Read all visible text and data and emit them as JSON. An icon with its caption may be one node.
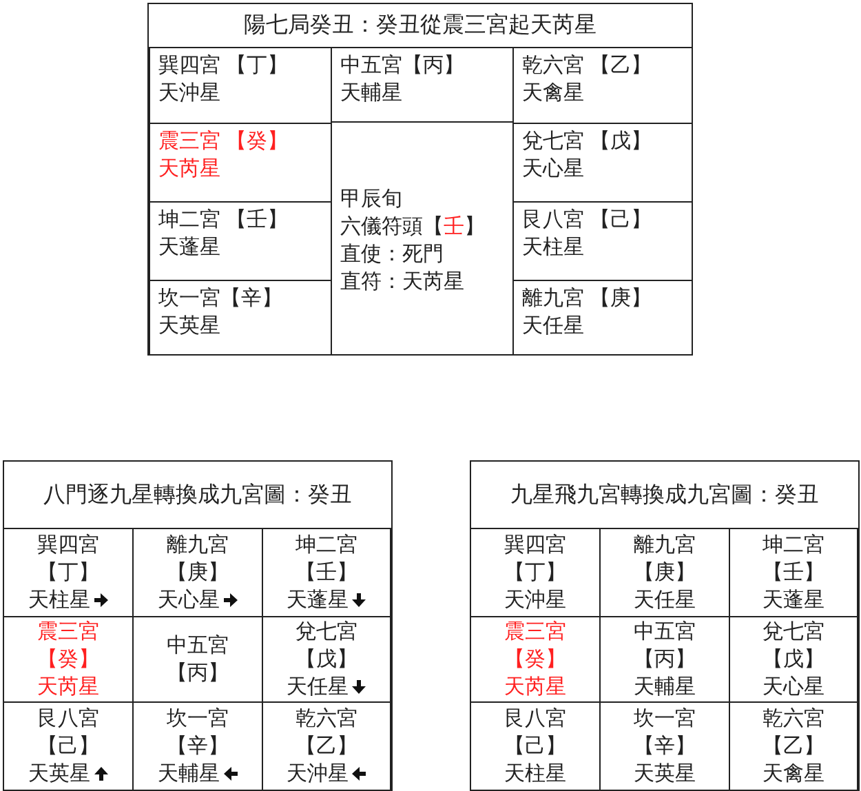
{
  "diagram": {
    "nodes": [
      {
        "text": [
          "陽七局癸丑：癸丑從震三宮起天芮星"
        ]
      },
      {
        "text": [
          "巽四宮 【丁】",
          "天沖星"
        ],
        "in": 0
      },
      {
        "text": [
          "中五宮【丙】",
          "天輔星"
        ],
        "in": 0
      },
      {
        "text": [
          "乾六宮 【乙】",
          "天禽星"
        ],
        "in": 0
      },
      {
        "text": [
          "震三宮 【癸】",
          "天芮星"
        ],
        "in": 0
      },
      {
        "text": [
          "甲辰旬",
          "六儀符頭【壬】",
          "直使：死門",
          "直符：天芮星"
        ],
        "in": 0
      },
      {
        "text": [
          "兌七宮 【戊】",
          "天心星"
        ],
        "in": 0
      },
      {
        "text": [
          "坤二宮 【壬】",
          "天蓬星"
        ],
        "in": 0
      },
      {
        "text": [
          "艮八宮 【己】",
          "天柱星"
        ],
        "in": 0
      },
      {
        "text": [
          "坎一宮【辛】",
          "天英星"
        ],
        "in": 0
      },
      {
        "text": [
          "離九宮 【庚】",
          "天任星"
        ],
        "in": 0
      },
      {
        "text": [
          "八門逐九星轉換成九宮圖：癸丑"
        ]
      },
      {
        "text": [
          "巽四宮",
          "【丁】",
          "天柱星"
        ],
        "in": 11
      },
      {
        "text": [
          "離九宮",
          "【庚】",
          "天心星"
        ],
        "in": 11
      },
      {
        "text": [
          "坤二宮",
          "【壬】",
          "天蓬星"
        ],
        "in": 11
      },
      {
        "text": [
          "震三宮",
          "【癸】",
          "天芮星"
        ],
        "in": 11
      },
      {
        "text": [
          "中五宮",
          "【丙】"
        ],
        "in": 11
      },
      {
        "text": [
          "兌七宮",
          "【戊】",
          "天任星"
        ],
        "in": 11
      },
      {
        "text": [
          "艮八宮",
          "【己】",
          "天英星"
        ],
        "in": 11
      },
      {
        "text": [
          "坎一宮",
          "【辛】",
          "天輔星"
        ],
        "in": 11
      },
      {
        "text": [
          "乾六宮",
          "【乙】",
          "天沖星"
        ],
        "in": 11
      },
      {
        "text": [
          "九星飛九宮轉換成九宮圖：癸丑"
        ]
      },
      {
        "text": [
          "巽四宮",
          "【丁】",
          "天沖星"
        ],
        "in": 21
      },
      {
        "text": [
          "離九宮",
          "【庚】",
          "天任星"
        ],
        "in": 21
      },
      {
        "text": [
          "坤二宮",
          "【壬】",
          "天蓬星"
        ],
        "in": 21
      },
      {
        "text": [
          "震三宮",
          "【癸】",
          "天芮星"
        ],
        "in": 21
      },
      {
        "text": [
          "中五宮",
          "【丙】",
          "天輔星"
        ],
        "in": 21
      },
      {
        "text": [
          "兌七宮",
          "【戊】",
          "天心星"
        ],
        "in": 21
      },
      {
        "text": [
          "艮八宮",
          "【己】",
          "天柱星"
        ],
        "in": 21
      },
      {
        "text": [
          "坎一宮",
          "【辛】",
          "天英星"
        ],
        "in": 21
      },
      {
        "text": [
          "乾六宮",
          "【乙】",
          "天禽星"
        ],
        "in": 21
      }
    ],
    "edges": []
  }
}
